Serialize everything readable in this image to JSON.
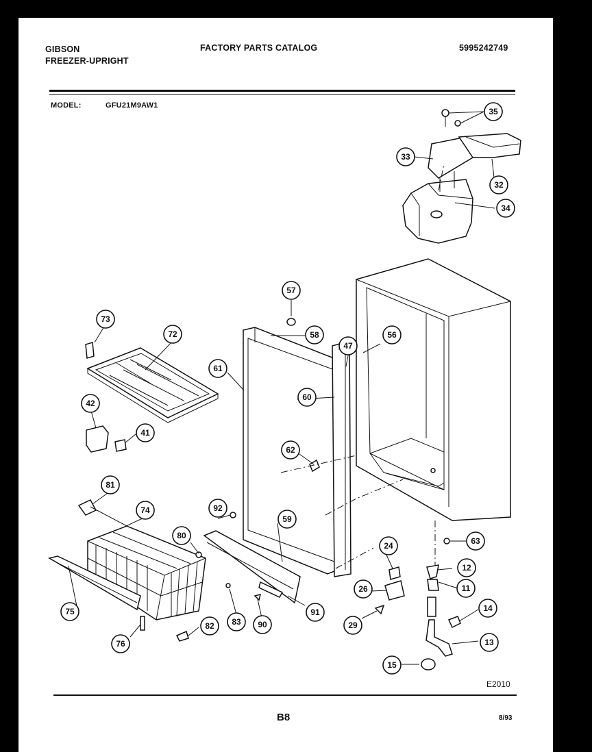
{
  "header": {
    "brand": "GIBSON",
    "product": "FREEZER-UPRIGHT",
    "catalog_title": "FACTORY PARTS CATALOG",
    "catalog_number": "5995242749",
    "model_label": "MODEL:",
    "model_value": "GFU21M9AW1"
  },
  "footer": {
    "diagram_code": "E2010",
    "page": "B8",
    "date": "8/93"
  },
  "callouts": [
    "35",
    "33",
    "32",
    "34",
    "57",
    "58",
    "47",
    "56",
    "73",
    "72",
    "61",
    "60",
    "42",
    "41",
    "62",
    "81",
    "74",
    "92",
    "80",
    "59",
    "24",
    "63",
    "12",
    "11",
    "26",
    "14",
    "75",
    "83",
    "90",
    "91",
    "29",
    "13",
    "76",
    "82",
    "15"
  ]
}
